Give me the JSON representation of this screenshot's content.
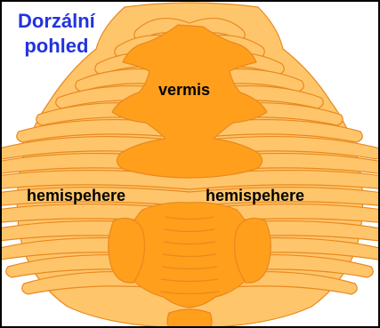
{
  "title": {
    "line1": "Dorzální",
    "line2": "pohled",
    "color": "#2233dd"
  },
  "labels": {
    "vermis": "vermis",
    "hemisphere_left": "hemispehere",
    "hemisphere_right": "hemispehere"
  },
  "colors": {
    "lobule_fill": "#ffc56b",
    "lobule_stroke": "#e8891e",
    "vermis_fill": "#ff9f1c",
    "background": "#ffffff",
    "border": "#000000"
  }
}
